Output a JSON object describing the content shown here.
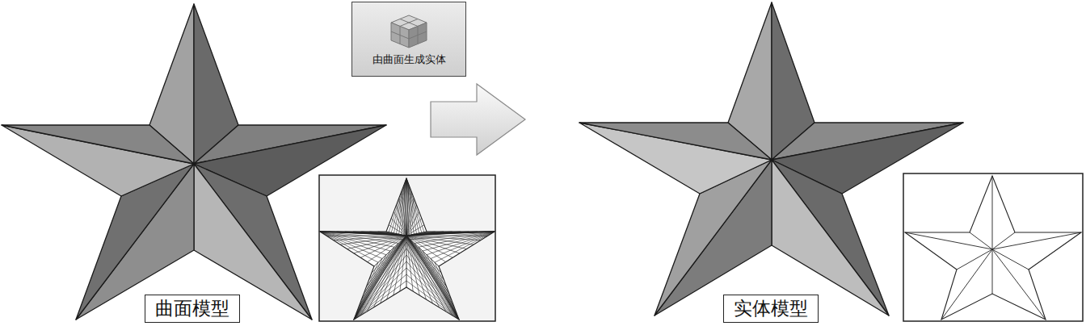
{
  "diagram": {
    "nodes": [
      {
        "text": [
          "由曲面生成实体"
        ]
      },
      {
        "text": [
          "曲面模型"
        ]
      },
      {
        "text": [
          "实体模型"
        ]
      }
    ]
  }
}
